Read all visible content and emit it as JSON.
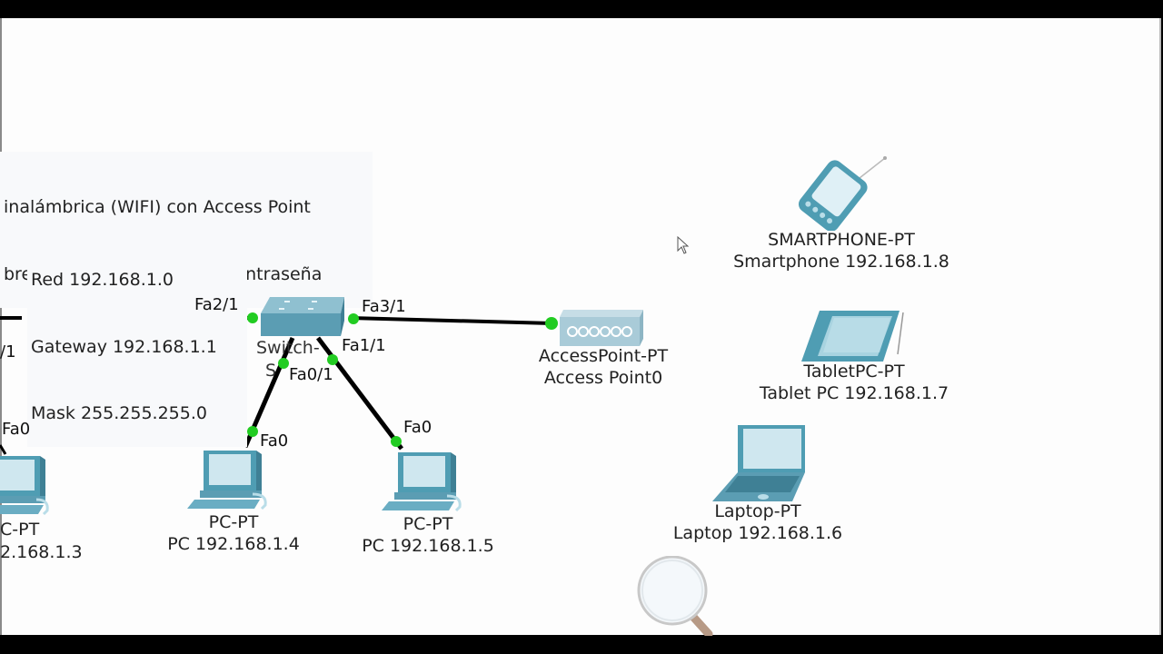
{
  "app": {
    "canvas_background": "#fdfdfd",
    "link_color": "#000000",
    "port_up_color": "#22cc22",
    "device_color": "#5a9fb5"
  },
  "notes": {
    "title_line1": "inalámbrica (WIFI) con Access Point",
    "title_line2": "bre de Red inalámbrica y contraseña",
    "network_line1": "Red 192.168.1.0",
    "network_line2": "Gateway 192.168.1.1",
    "network_line3": "Mask 255.255.255.0"
  },
  "devices": {
    "switch": {
      "model": "Switch-PT",
      "name_partial_1": "Switch-",
      "name_partial_2": "S"
    },
    "access_point": {
      "model": "AccessPoint-PT",
      "name": "Access Point0"
    },
    "smartphone": {
      "model": "SMARTPHONE-PT",
      "name": "Smartphone 192.168.1.8"
    },
    "tablet": {
      "model": "TabletPC-PT",
      "name": "Tablet PC 192.168.1.7"
    },
    "laptop": {
      "model": "Laptop-PT",
      "name": "Laptop 192.168.1.6"
    },
    "pc3": {
      "model": "C-PT",
      "name": "2.168.1.3"
    },
    "pc4": {
      "model": "PC-PT",
      "name": "PC 192.168.1.4"
    },
    "pc5": {
      "model": "PC-PT",
      "name": "PC 192.168.1.5"
    }
  },
  "ports": {
    "switch_fa2_1": "Fa2/1",
    "switch_fa3_1": "Fa3/1",
    "switch_fa1_1": "Fa1/1",
    "switch_fa0_1": "Fa0/1",
    "left_router_port": "/1",
    "pc3_fa0": "Fa0",
    "pc4_fa0": "Fa0",
    "pc5_fa0": "Fa0"
  },
  "tools": {
    "zoom_tool": "magnifier-icon"
  }
}
